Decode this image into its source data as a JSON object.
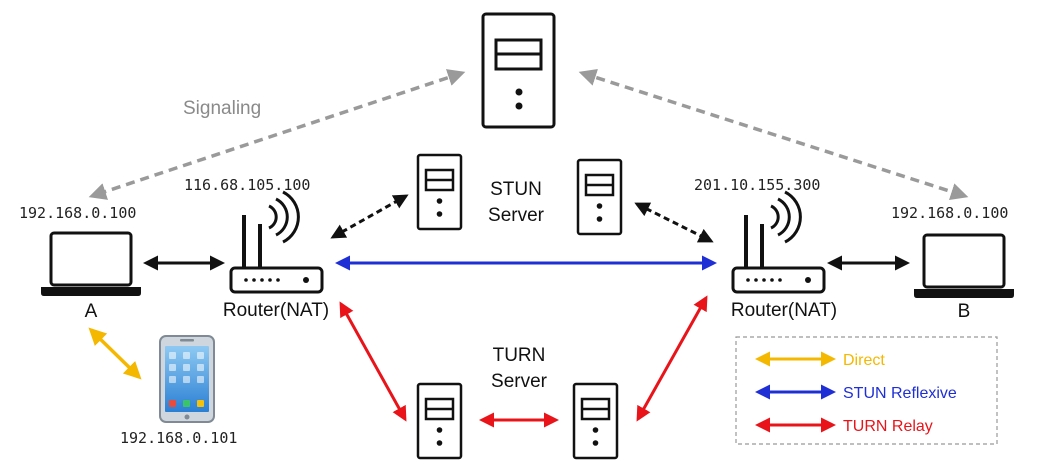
{
  "signaling_label": "Signaling",
  "stun": {
    "line1": "STUN",
    "line2": "Server"
  },
  "turn": {
    "line1": "TURN",
    "line2": "Server"
  },
  "peer_a": {
    "ip": "192.168.0.100",
    "label": "A"
  },
  "peer_b": {
    "ip": "192.168.0.100",
    "label": "B"
  },
  "router_a": {
    "public_ip": "116.68.105.100",
    "label": "Router(NAT)"
  },
  "router_b": {
    "public_ip": "201.10.155.300",
    "label": "Router(NAT)"
  },
  "phone": {
    "ip": "192.168.0.101"
  },
  "legend": [
    {
      "label": "Direct",
      "color": "#f5b800"
    },
    {
      "label": "STUN Reflexive",
      "color": "#1f2fd6"
    },
    {
      "label": "TURN Relay",
      "color": "#e8141a"
    }
  ],
  "colors": {
    "signaling": "#9a9a9a",
    "link": "#111111",
    "direct": "#f5b800",
    "stun": "#1f2fd6",
    "turn": "#e8141a"
  }
}
